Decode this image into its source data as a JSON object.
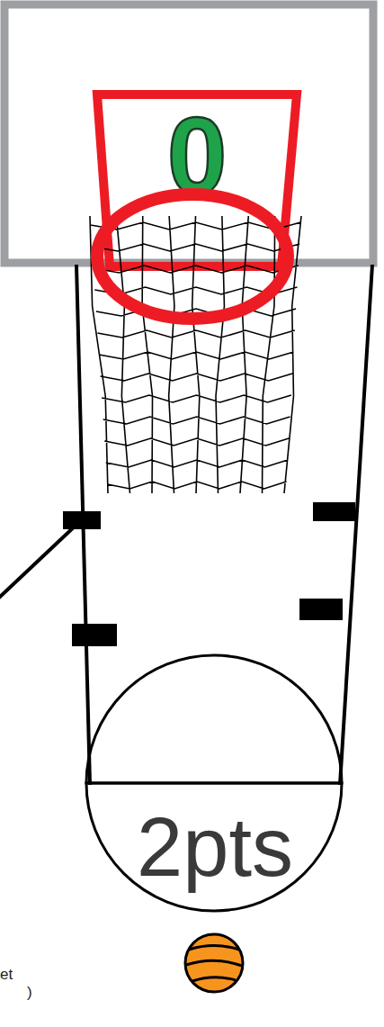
{
  "diagram": {
    "nodes": [
      {
        "text": [
          "0"
        ]
      },
      {
        "text": [
          "2pts"
        ]
      }
    ],
    "labels": [
      "et",
      ")"
    ]
  }
}
